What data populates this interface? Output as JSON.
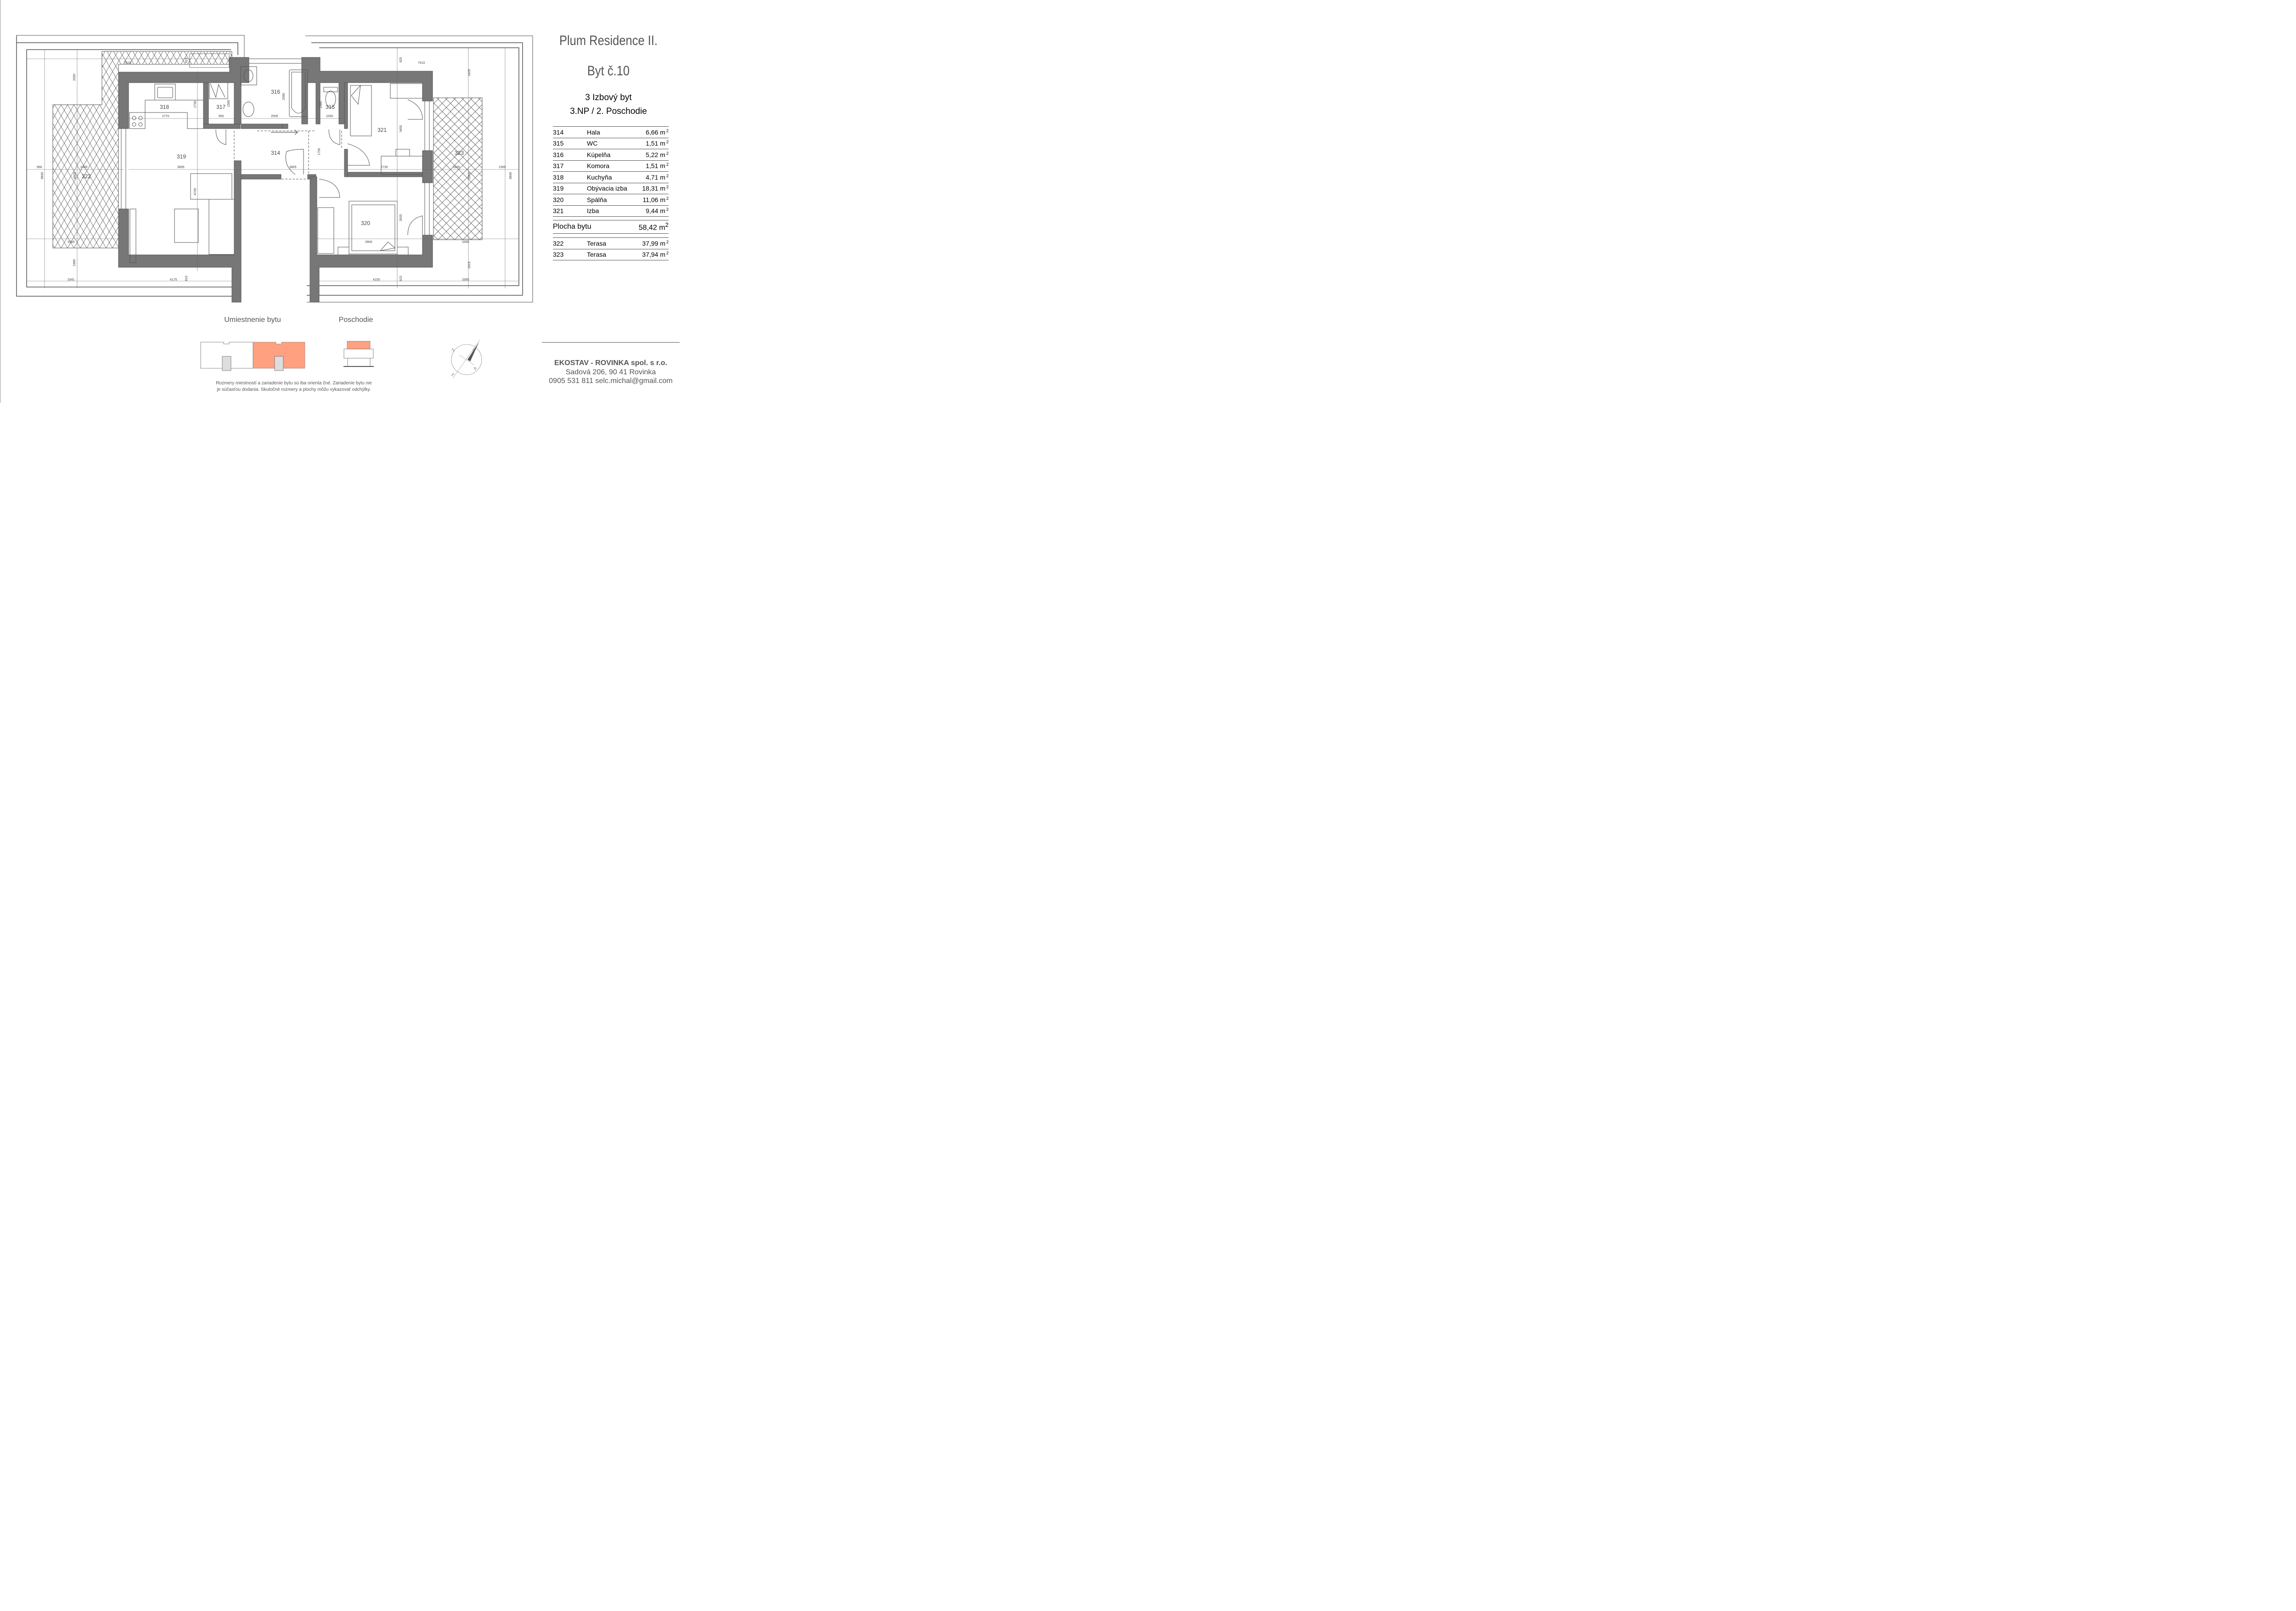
{
  "header": {
    "project": "Plum Residence II.",
    "unit": "Byt č.10",
    "unit_type": "3 Izbový byt",
    "floor": "3.NP / 2. Poschodie"
  },
  "rooms": [
    {
      "no": "314",
      "name": "Hala",
      "area": "6,66 m",
      "unit_sup": "2"
    },
    {
      "no": "315",
      "name": "WC",
      "area": "1,51 m",
      "unit_sup": "2"
    },
    {
      "no": "316",
      "name": "Kúpelňa",
      "area": "5,22 m",
      "unit_sup": "2"
    },
    {
      "no": "317",
      "name": "Komora",
      "area": "1,51 m",
      "unit_sup": "2"
    },
    {
      "no": "318",
      "name": "Kuchyňa",
      "area": "4,71 m",
      "unit_sup": "2"
    },
    {
      "no": "319",
      "name": "Obývacia izba",
      "area": "18,31 m",
      "unit_sup": "2"
    },
    {
      "no": "320",
      "name": "Spálňa",
      "area": "11,06 m",
      "unit_sup": "2"
    },
    {
      "no": "321",
      "name": "Izba",
      "area": "9,44 m",
      "unit_sup": "2"
    }
  ],
  "total": {
    "label": "Plocha bytu",
    "area": "58,42 m",
    "unit_sup": "2"
  },
  "terraces": [
    {
      "no": "322",
      "name": "Terasa",
      "area": "37,99 m",
      "unit_sup": "2"
    },
    {
      "no": "323",
      "name": "Terasa",
      "area": "37,94 m",
      "unit_sup": "2"
    }
  ],
  "plan": {
    "room_labels": {
      "r314": "314",
      "r315": "315",
      "r316": "316",
      "r317": "317",
      "r318": "318",
      "r319": "319",
      "r320": "320",
      "r321": "321",
      "r322": "322",
      "r323": "323"
    },
    "dimensions": {
      "d7516": "7516",
      "d815a": "815",
      "d2050": "2050",
      "d2770": "2770",
      "d1700": "1700",
      "d950": "950",
      "d1585a": "1585",
      "d2085": "2085",
      "d2505": "2505",
      "d1585b": "1585",
      "d1050": "1050",
      "d825": "825",
      "d7510": "7510",
      "d1825": "1825",
      "d3450": "3450",
      "d966": "966",
      "d2400": "2400",
      "d4800": "4800",
      "d8830": "8830",
      "d3895": "3895",
      "d4700": "4700",
      "d3805": "3805",
      "d1750": "1750",
      "d2735": "2735",
      "d1800": "1800",
      "d5200": "5200",
      "d1565": "1565",
      "d8840": "8840",
      "d2835": "2835",
      "d3900": "3900",
      "d3365a": "3365",
      "d3366": "3366",
      "d1980": "1980",
      "d3341": "3341",
      "d4175": "4175",
      "d815b": "815",
      "d4150": "4150",
      "d815c": "815",
      "d1815": "1815",
      "d3365b": "3365"
    },
    "colors": {
      "wall": "#777777",
      "line": "#555555",
      "highlight": "#FFA080",
      "core": "#DDDDDD"
    }
  },
  "location": {
    "label": "Umiestnenie bytu"
  },
  "floor_diagram": {
    "label": "Poschodie"
  },
  "compass": {
    "north": "S",
    "south": "J",
    "east": "V",
    "west": "Z"
  },
  "disclaimer": {
    "line1": "Rozmery miestností a zariadenie bytu sú iba orienta čné. Zariadenie bytu nie",
    "line2": "je súčasťou dodania. Skutočné rozmery a plochy  môžu vykazovať odchýlky."
  },
  "company": {
    "name": "EKOSTAV - ROVINKA spol. s r.o.",
    "address": "Sadová 206, 90 41 Rovinka",
    "contact": "0905 531 811   selc.michal@gmail.com"
  }
}
